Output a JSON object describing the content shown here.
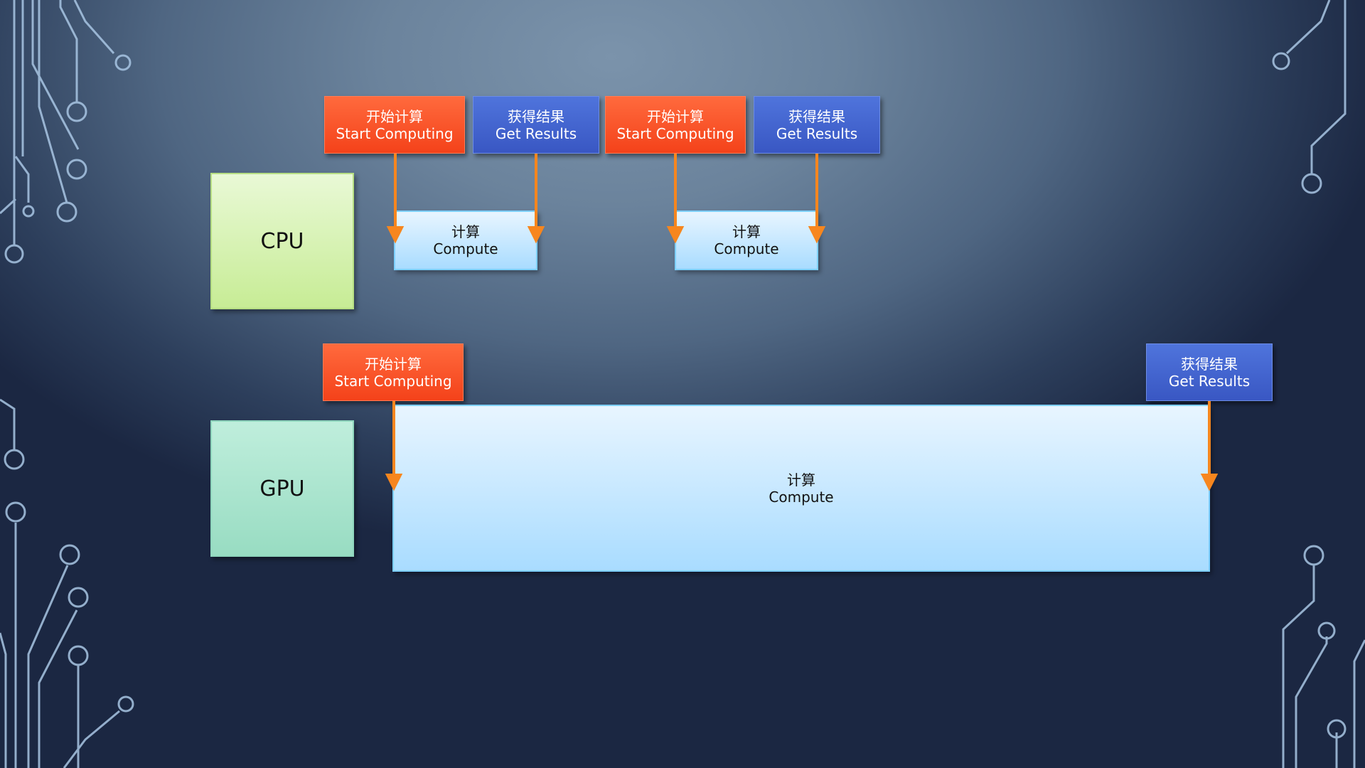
{
  "cpu_label": "CPU",
  "gpu_label": "GPU",
  "cpu_row": {
    "start_1": {
      "zh": "开始计算",
      "en": "Start Computing"
    },
    "result_1": {
      "zh": "获得结果",
      "en": "Get Results"
    },
    "start_2": {
      "zh": "开始计算",
      "en": "Start Computing"
    },
    "result_2": {
      "zh": "获得结果",
      "en": "Get Results"
    },
    "compute_1": {
      "zh": "计算",
      "en": "Compute"
    },
    "compute_2": {
      "zh": "计算",
      "en": "Compute"
    }
  },
  "gpu_row": {
    "start": {
      "zh": "开始计算",
      "en": "Start Computing"
    },
    "result": {
      "zh": "获得结果",
      "en": "Get Results"
    },
    "compute": {
      "zh": "计算",
      "en": "Compute"
    }
  },
  "colors": {
    "start": "#f4421a",
    "result": "#3957c3",
    "arrow": "#f7861e",
    "compute_border": "#7dcfff",
    "circuit_lines": "#9ec0e0"
  }
}
